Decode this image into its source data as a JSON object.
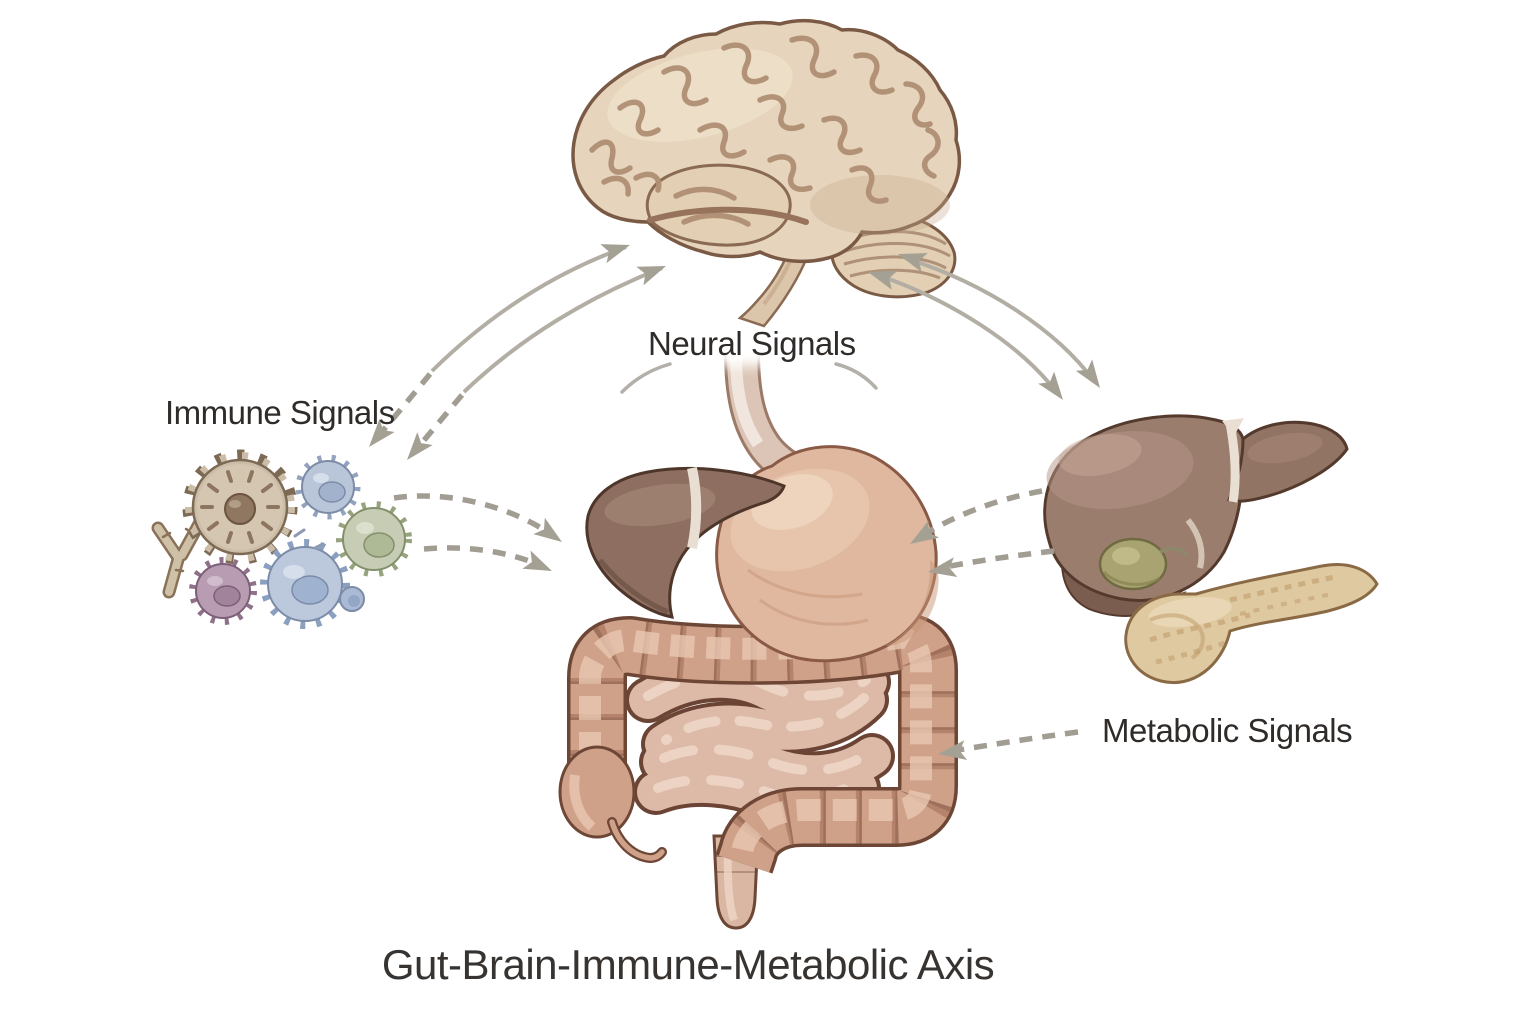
{
  "title": "Gut-Brain-Immune-Metabolic Axis",
  "labels": {
    "neural": "Neural Signals",
    "immune": "Immune Signals",
    "metabolic": "Metabolic Signals"
  },
  "figure": {
    "type": "anatomical-diagram",
    "nodes": [
      {
        "id": "brain",
        "depicts": "brain with brainstem and cerebellum",
        "position": "top-center"
      },
      {
        "id": "gut",
        "depicts": "gastrointestinal tract: esophagus, stomach, liver lobe, small and large intestine",
        "position": "center"
      },
      {
        "id": "immune-cells",
        "depicts": "cluster of immune cells and antibody",
        "position": "left"
      },
      {
        "id": "liver-pancreas",
        "depicts": "liver with gallbladder and pancreas",
        "position": "right"
      }
    ],
    "connections": [
      {
        "from": "immune-cells",
        "to": "brain",
        "lines": 2,
        "style": "solid toward brain, dashed toward immune cells",
        "bidirectional": true
      },
      {
        "from": "brain",
        "to": "liver-pancreas",
        "lines": 2,
        "style": "solid",
        "bidirectional": true
      },
      {
        "from": "immune-cells",
        "to": "gut",
        "lines": 2,
        "style": "dashed",
        "bidirectional": false
      },
      {
        "from": "liver-pancreas",
        "to": "gut",
        "lines": 2,
        "style": "dashed",
        "bidirectional": false
      },
      {
        "from": "metabolic-signals-label",
        "to": "gut",
        "lines": 1,
        "style": "dashed",
        "bidirectional": false
      }
    ]
  },
  "colors": {
    "background": "#ffffff",
    "text": "#2f2b28",
    "arrow_solid": "#b3aea4",
    "arrow_dashed": "#a29d93",
    "arrowhead": "#a5a094",
    "brain": "#e6d4bc",
    "stomach": "#dfb89f",
    "intestine": "#cfa189",
    "liver": "#9b7d6e",
    "gallbladder": "#a9a271",
    "pancreas": "#dfc9a1",
    "immune_tan": "#ccbda8",
    "immune_blue": "#b9c5d9",
    "immune_green": "#c6cdb4",
    "immune_purple": "#b79cb2"
  }
}
